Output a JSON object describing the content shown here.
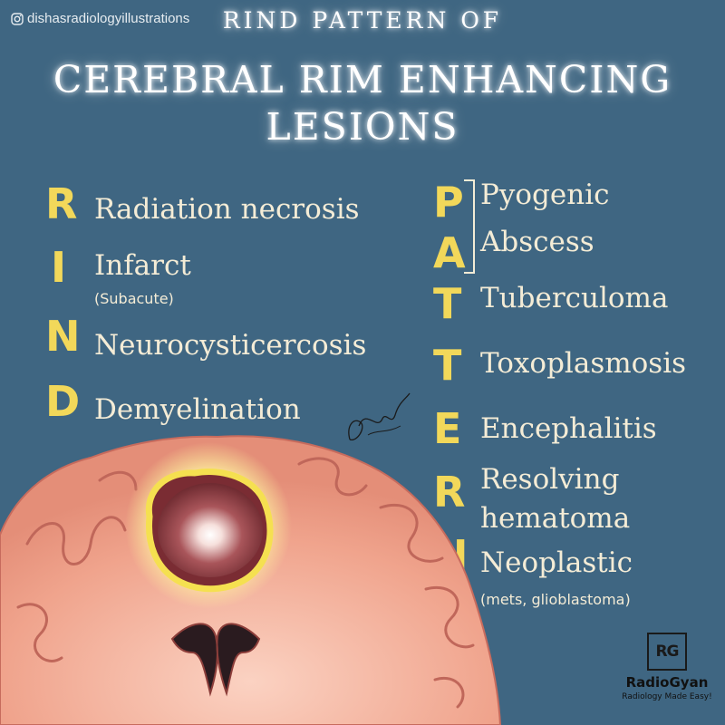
{
  "handle": {
    "text": "dishasradiologyillustrations",
    "icon": "instagram-icon"
  },
  "title": {
    "line1": "RIND PATTERN OF",
    "line2": "CEREBRAL RIM ENHANCING",
    "line3": "LESIONS"
  },
  "rind": [
    {
      "letter": "R",
      "label": "Radiation necrosis",
      "sub": ""
    },
    {
      "letter": "I",
      "label": "Infarct",
      "sub": "(Subacute)"
    },
    {
      "letter": "N",
      "label": "Neurocysticercosis",
      "sub": ""
    },
    {
      "letter": "D",
      "label": "Demyelination",
      "sub": ""
    }
  ],
  "pattern": {
    "letters": [
      "P",
      "A",
      "T",
      "T",
      "E",
      "R",
      "N"
    ],
    "items": [
      "Pyogenic",
      "Abscess",
      "Tuberculoma",
      "Toxoplasmosis",
      "Encephalitis",
      "Resolving",
      "hematoma",
      "Neoplastic"
    ],
    "neoplastic_sub": "(mets, glioblastoma)"
  },
  "logo": {
    "mark": "RG",
    "name": "RadioGyan",
    "tagline": "Radiology Made Easy!"
  },
  "colors": {
    "background": "#3f6682",
    "accent_letters": "#f2d85a",
    "text": "#f4ecd6",
    "brain": "#f2a58e",
    "rim": "#f5e050"
  }
}
